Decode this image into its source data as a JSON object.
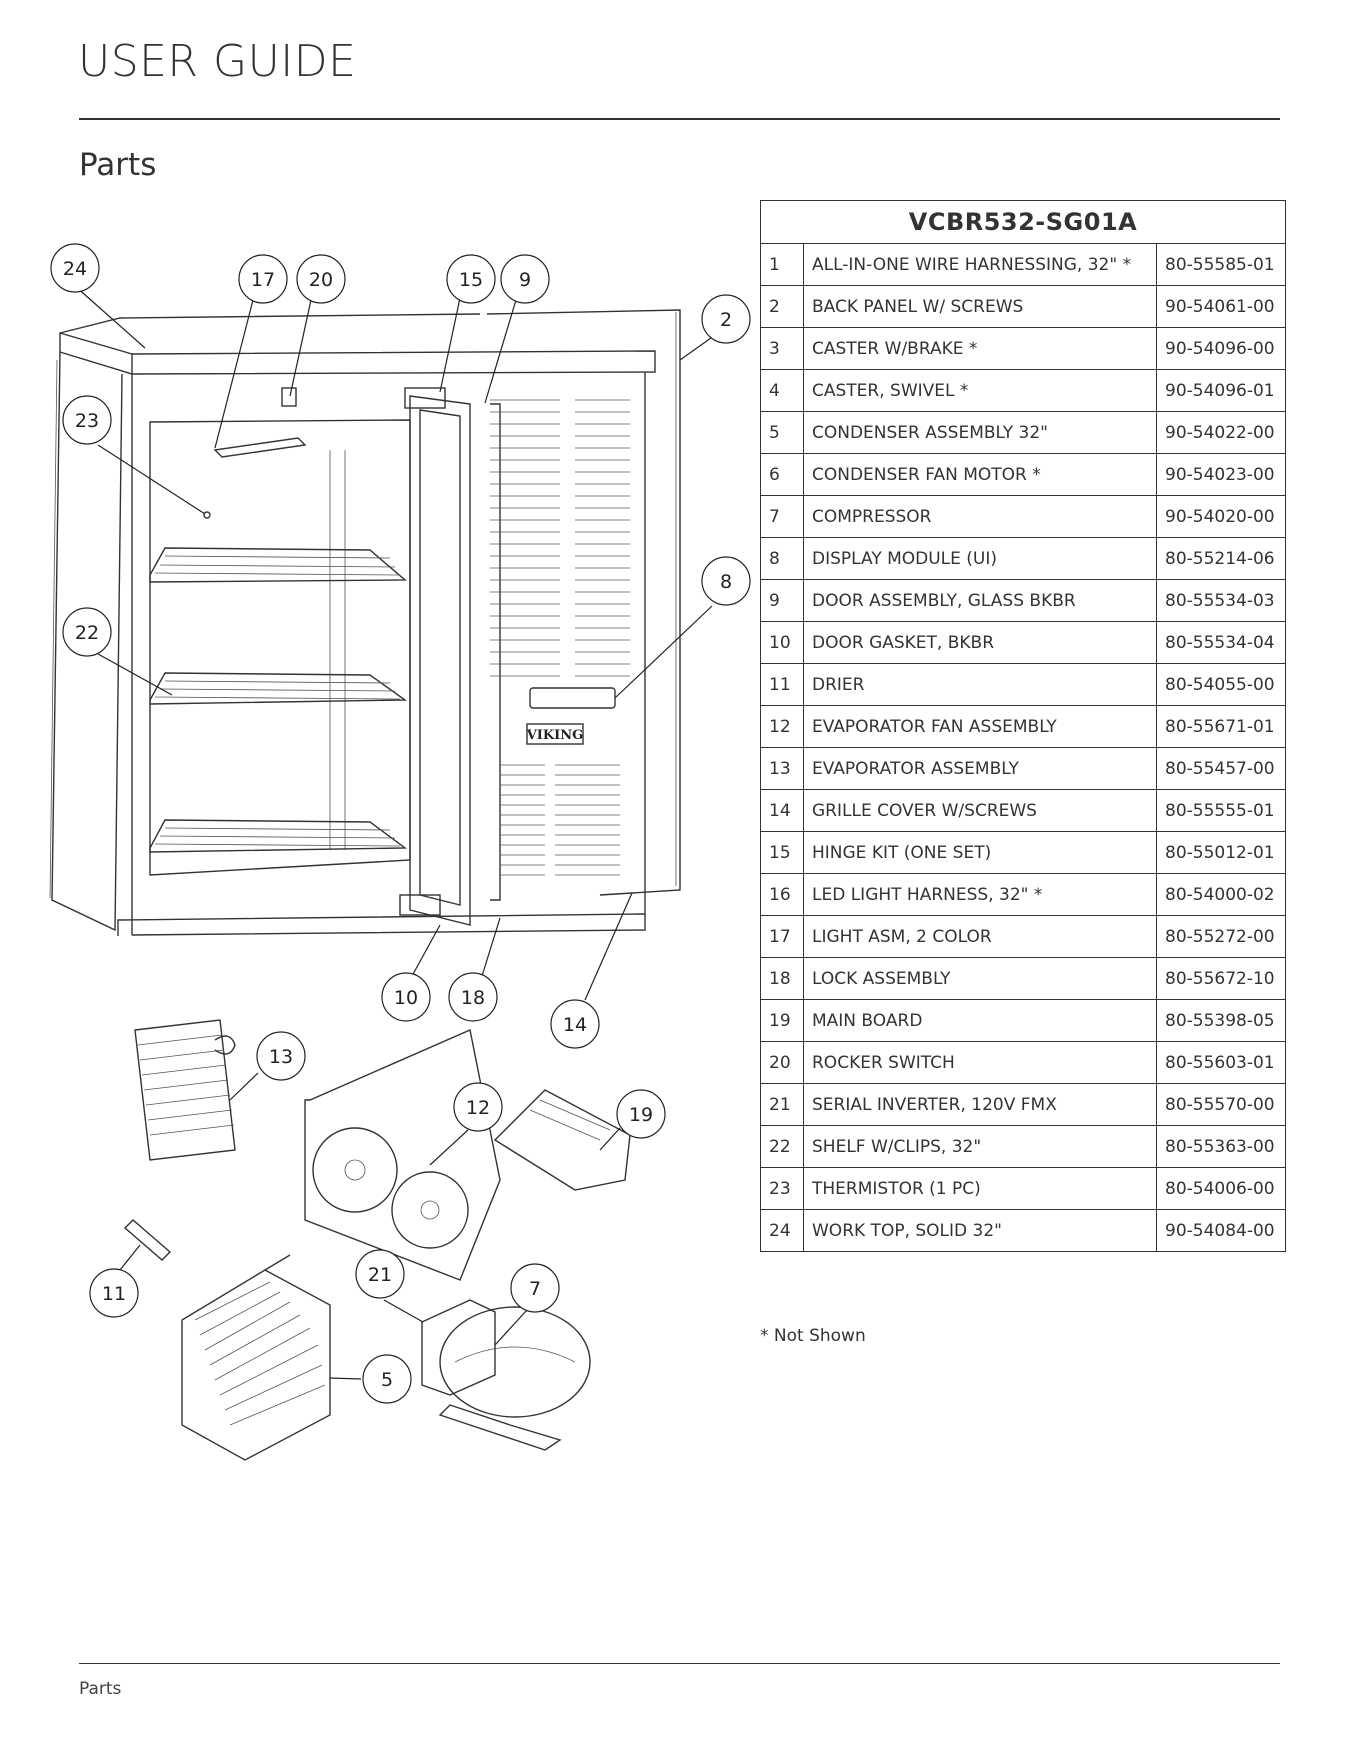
{
  "header": {
    "title": "USER GUIDE"
  },
  "section": {
    "title": "Parts"
  },
  "table": {
    "model": "VCBR532-SG01A",
    "rows": [
      {
        "num": "1",
        "desc": "ALL-IN-ONE WIRE HARNESSING, 32\" *",
        "part": "80-55585-01"
      },
      {
        "num": "2",
        "desc": "BACK PANEL W/ SCREWS",
        "part": "90-54061-00"
      },
      {
        "num": "3",
        "desc": "CASTER W/BRAKE *",
        "part": "90-54096-00"
      },
      {
        "num": "4",
        "desc": "CASTER, SWIVEL *",
        "part": "90-54096-01"
      },
      {
        "num": "5",
        "desc": "CONDENSER ASSEMBLY 32\"",
        "part": "90-54022-00"
      },
      {
        "num": "6",
        "desc": "CONDENSER FAN MOTOR *",
        "part": "90-54023-00"
      },
      {
        "num": "7",
        "desc": "COMPRESSOR",
        "part": "90-54020-00"
      },
      {
        "num": "8",
        "desc": "DISPLAY MODULE (UI)",
        "part": "80-55214-06"
      },
      {
        "num": "9",
        "desc": "DOOR ASSEMBLY, GLASS BKBR",
        "part": "80-55534-03"
      },
      {
        "num": "10",
        "desc": "DOOR GASKET, BKBR",
        "part": "80-55534-04"
      },
      {
        "num": "11",
        "desc": "DRIER",
        "part": "80-54055-00"
      },
      {
        "num": "12",
        "desc": "EVAPORATOR FAN ASSEMBLY",
        "part": "80-55671-01"
      },
      {
        "num": "13",
        "desc": "EVAPORATOR ASSEMBLY",
        "part": "80-55457-00"
      },
      {
        "num": "14",
        "desc": "GRILLE COVER W/SCREWS",
        "part": "80-55555-01"
      },
      {
        "num": "15",
        "desc": "HINGE KIT (ONE SET)",
        "part": "80-55012-01"
      },
      {
        "num": "16",
        "desc": "LED LIGHT HARNESS, 32\" *",
        "part": "80-54000-02"
      },
      {
        "num": "17",
        "desc": "LIGHT ASM, 2 COLOR",
        "part": "80-55272-00"
      },
      {
        "num": "18",
        "desc": "LOCK ASSEMBLY",
        "part": "80-55672-10"
      },
      {
        "num": "19",
        "desc": "MAIN BOARD",
        "part": "80-55398-05"
      },
      {
        "num": "20",
        "desc": "ROCKER SWITCH",
        "part": "80-55603-01"
      },
      {
        "num": "21",
        "desc": "SERIAL INVERTER, 120V FMX",
        "part": "80-55570-00"
      },
      {
        "num": "22",
        "desc": "SHELF W/CLIPS, 32\"",
        "part": "80-55363-00"
      },
      {
        "num": "23",
        "desc": "THERMISTOR (1 PC)",
        "part": "80-54006-00"
      },
      {
        "num": "24",
        "desc": "WORK TOP, SOLID 32\"",
        "part": "90-54084-00"
      }
    ]
  },
  "note": "* Not Shown",
  "footer": {
    "label": "Parts"
  },
  "diagram": {
    "brand_label": "VIKING",
    "callouts": [
      {
        "label": "24"
      },
      {
        "label": "17"
      },
      {
        "label": "20"
      },
      {
        "label": "15"
      },
      {
        "label": "9"
      },
      {
        "label": "2"
      },
      {
        "label": "23"
      },
      {
        "label": "8"
      },
      {
        "label": "22"
      },
      {
        "label": "10"
      },
      {
        "label": "18"
      },
      {
        "label": "14"
      },
      {
        "label": "13"
      },
      {
        "label": "12"
      },
      {
        "label": "19"
      },
      {
        "label": "11"
      },
      {
        "label": "21"
      },
      {
        "label": "7"
      },
      {
        "label": "5"
      }
    ]
  }
}
